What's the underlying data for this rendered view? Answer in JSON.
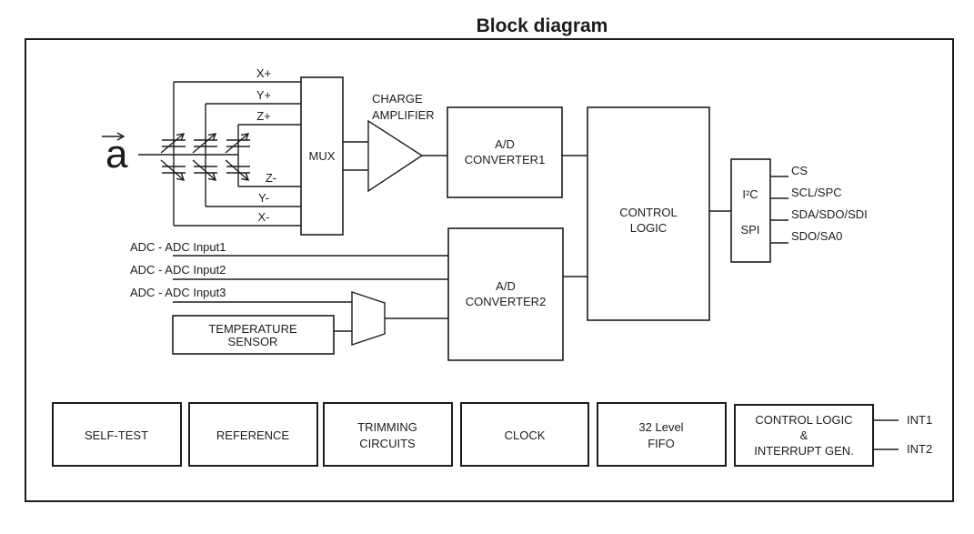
{
  "title": "Block diagram",
  "sensor": {
    "vector_label": "a",
    "electrodes": [
      "X+",
      "Y+",
      "Z+",
      "Z-",
      "Y-",
      "X-"
    ]
  },
  "blocks": {
    "mux": "MUX",
    "charge_amplifier": [
      "CHARGE",
      "AMPLIFIER"
    ],
    "adc1": [
      "A/D",
      "CONVERTER1"
    ],
    "adc2": [
      "A/D",
      "CONVERTER2"
    ],
    "control_logic": [
      "CONTROL",
      "LOGIC"
    ],
    "interface": [
      "I²C",
      "SPI"
    ],
    "temperature_sensor": [
      "TEMPERATURE",
      "SENSOR"
    ],
    "self_test": "SELF-TEST",
    "reference": "REFERENCE",
    "trimming_circuits": [
      "TRIMMING",
      "CIRCUITS"
    ],
    "clock": "CLOCK",
    "fifo": [
      "32 Level",
      "FIFO"
    ],
    "interrupt_block": [
      "CONTROL LOGIC",
      "&",
      "INTERRUPT GEN."
    ]
  },
  "adc_inputs": [
    "ADC - ADC Input1",
    "ADC - ADC Input2",
    "ADC - ADC Input3"
  ],
  "interface_pins": [
    "CS",
    "SCL/SPC",
    "SDA/SDO/SDI",
    "SDO/SA0"
  ],
  "interrupt_pins": [
    "INT1",
    "INT2"
  ],
  "colors": {
    "line": "#1c1c1c",
    "background": "#ffffff"
  }
}
